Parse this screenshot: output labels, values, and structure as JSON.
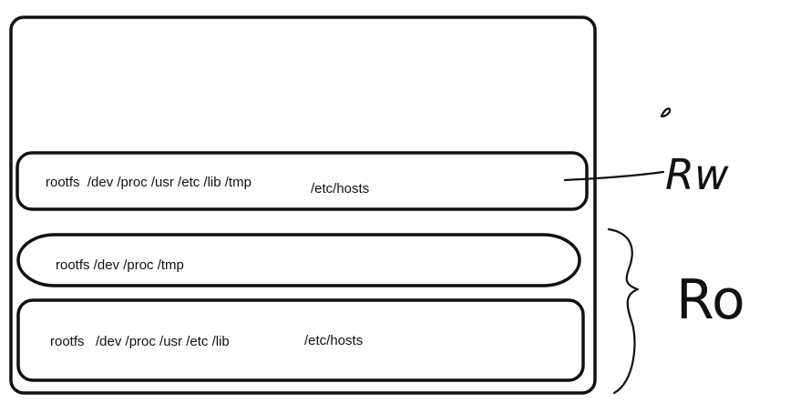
{
  "layers": [
    {
      "id": "top",
      "text": "rootfs  /dev /proc /usr /etc /lib /tmp",
      "extra": "/etc/hosts"
    },
    {
      "id": "middle",
      "text": "rootfs /dev /proc /tmp",
      "extra": ""
    },
    {
      "id": "bottom",
      "text": "rootfs   /dev /proc /usr /etc /lib",
      "extra": "/etc/hosts"
    }
  ],
  "annotations": {
    "rw": "Rw",
    "ro": "Ro"
  },
  "colors": {
    "ink": "#111111",
    "background": "#ffffff"
  }
}
